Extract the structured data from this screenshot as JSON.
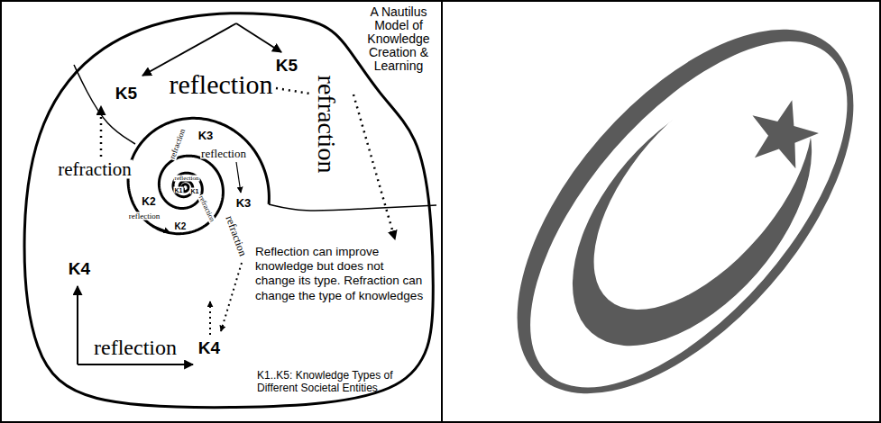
{
  "diagram": {
    "title": "A Nautilus Model of Knowledge Creation & Learning",
    "labels": [
      "K5",
      "reflection",
      "K5",
      "refraction",
      "refraction",
      "K3",
      "reflection",
      "refraction",
      "K2",
      "reflection",
      "reflection",
      "K1",
      "K1",
      "refraction",
      "K2",
      "K3",
      "refraction",
      "K4",
      "Reflection can improve knowledge but does not change its type. Refraction can change the type of knowledges",
      "reflection",
      "K4",
      "K1..K5: Knowledge Types of Different Societal Entities"
    ]
  }
}
